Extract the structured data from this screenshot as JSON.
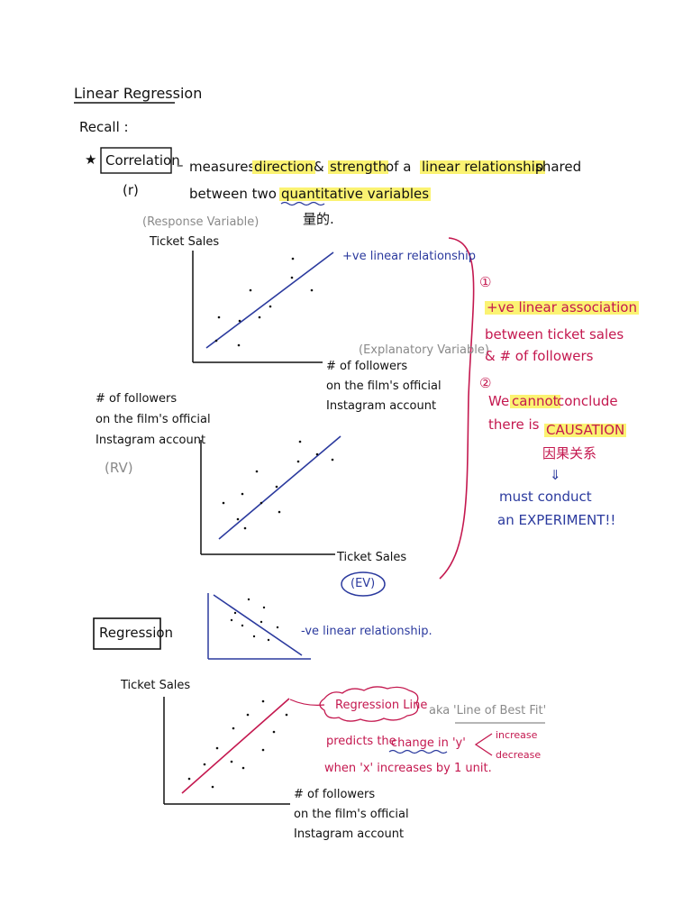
{
  "title": "Linear Regression",
  "recall": "Recall :",
  "star": "★",
  "correlation": {
    "box_label": "Correlation",
    "symbol": "(r)",
    "dash": "–",
    "def_measures": "measures",
    "def_direction": "direction",
    "def_amp": "&",
    "def_strength": "strength",
    "def_of_a": "of a",
    "def_linear_rel": "linear relationship",
    "def_shared": "shared",
    "def_between": "between two",
    "def_quantitative": "quantitative variables",
    "chinese_note": "量的."
  },
  "graph1": {
    "response_label": "(Response Variable)",
    "y_label": "Ticket Sales",
    "line_label": "+ve linear relationship",
    "explanatory_label": "(Explanatory Variable)",
    "x_label_1": "# of followers",
    "x_label_2": "on the film's official",
    "x_label_3": "Instagram account"
  },
  "notes": {
    "n1": "①",
    "positive_assoc": "+ve linear association",
    "between": "between ticket sales",
    "followers": "& # of followers",
    "n2": "②",
    "we": "We",
    "cannot": "cannot",
    "conclude": "conclude",
    "there_is": "there is",
    "causation": "CAUSATION",
    "causation_cn": "因果关系",
    "arrow": "⇓",
    "must_conduct": "must conduct",
    "experiment": "an EXPERIMENT!!"
  },
  "graph2": {
    "y_label_1": "# of followers",
    "y_label_2": "on the film's official",
    "y_label_3": "Instagram account",
    "rv": "(RV)",
    "x_label": "Ticket Sales",
    "ev": "(EV)"
  },
  "graph3": {
    "line_label": "-ve linear relationship."
  },
  "regression": {
    "box_label": "Regression",
    "y_label": "Ticket Sales",
    "bubble": "Regression Line",
    "aka": "aka",
    "best_fit": "'Line of Best Fit'",
    "predicts": "predicts the",
    "change": "change in 'y'",
    "increase": "increase",
    "decrease": "decrease",
    "when": "when 'x' increases by 1 unit.",
    "x_label_1": "# of followers",
    "x_label_2": "on the film's official",
    "x_label_3": "Instagram account"
  },
  "colors": {
    "ink": "#111111",
    "blue_ink": "#2b3a9e",
    "red_ink": "#c4184f",
    "gray_ink": "#8a8a8a",
    "highlighter": "#fbf372"
  }
}
